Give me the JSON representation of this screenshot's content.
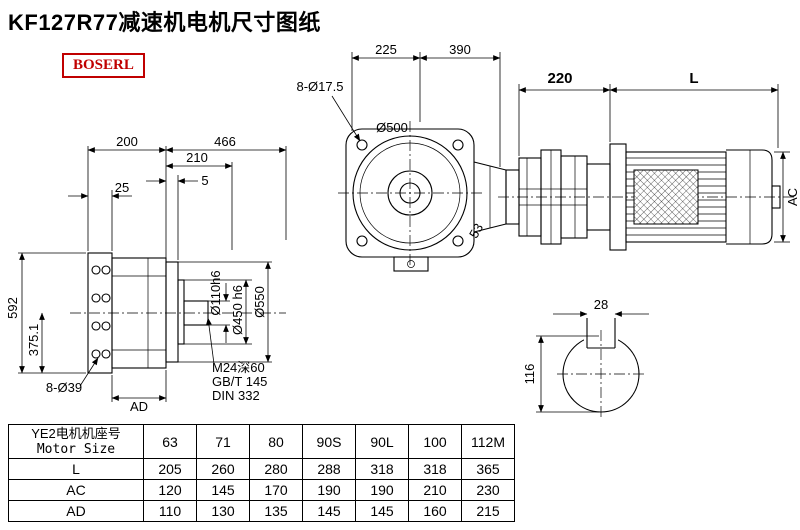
{
  "title": "KF127R77减速机电机尺寸图纸",
  "brand": "BOSERL",
  "labels": {
    "front_holes": "8-Ø17.5",
    "dim_225": "225",
    "dim_390": "390",
    "dim_220": "220",
    "dim_L": "L",
    "dia_500": "Ø500",
    "dim_53": "53",
    "dim_AC": "AC",
    "dim_200": "200",
    "dim_466": "466",
    "dim_210": "210",
    "dim_5": "5",
    "dim_25": "25",
    "dim_592": "592",
    "dim_375": "375.1",
    "side_holes": "8-Ø39",
    "dim_AD": "AD",
    "dia_110": "Ø110h6",
    "dia_450": "Ø450 h6",
    "dia_550": "Ø550",
    "tap_line1": "M24深60",
    "tap_line2": "GB/T 145",
    "tap_line3": "DIN 332",
    "dim_28": "28",
    "dim_116": "116"
  },
  "table": {
    "size_label_cn": "YE2电机机座号",
    "size_label_en": "Motor Size",
    "col_headers": [
      "63",
      "71",
      "80",
      "90S",
      "90L",
      "100",
      "112M"
    ],
    "rows": [
      {
        "label": "L",
        "values": [
          "205",
          "260",
          "280",
          "288",
          "318",
          "318",
          "365"
        ]
      },
      {
        "label": "AC",
        "values": [
          "120",
          "145",
          "170",
          "190",
          "190",
          "210",
          "230"
        ]
      },
      {
        "label": "AD",
        "values": [
          "110",
          "130",
          "135",
          "145",
          "145",
          "160",
          "215"
        ]
      }
    ]
  }
}
